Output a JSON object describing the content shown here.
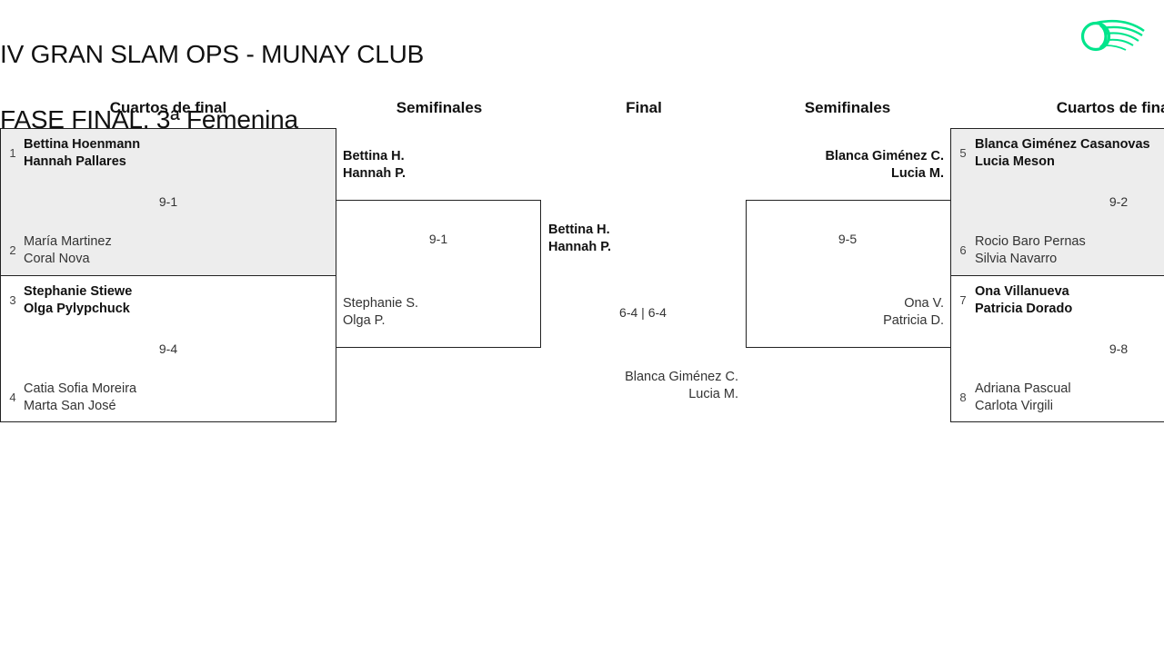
{
  "header": {
    "title_line1": "IV GRAN SLAM OPS - MUNAY CLUB",
    "title_line2": "FASE FINAL. 3ª Femenina",
    "logo_name": "padel-ball-swoosh-logo"
  },
  "columns": [
    {
      "label": "Cuartos de final"
    },
    {
      "label": "Semifinales"
    },
    {
      "label": "Final"
    },
    {
      "label": "Semifinales"
    },
    {
      "label": "Cuartos de final"
    }
  ],
  "left_quarterfinals": [
    {
      "score": "9-1",
      "teams": [
        {
          "seed": "1",
          "player1": "Bettina Hoenmann",
          "player2": "Hannah Pallares",
          "winner": true
        },
        {
          "seed": "2",
          "player1": "María Martinez",
          "player2": "Coral Nova",
          "winner": false
        }
      ]
    },
    {
      "score": "9-4",
      "teams": [
        {
          "seed": "3",
          "player1": "Stephanie Stiewe",
          "player2": "Olga Pylypchuck",
          "winner": true
        },
        {
          "seed": "4",
          "player1": "Catia Sofia Moreira",
          "player2": "Marta San José",
          "winner": false
        }
      ]
    }
  ],
  "left_semifinal": {
    "score": "9-1",
    "teams": [
      {
        "player1": "Bettina H.",
        "player2": "Hannah P.",
        "winner": true
      },
      {
        "player1": "Stephanie S.",
        "player2": "Olga P.",
        "winner": false
      }
    ]
  },
  "final": {
    "score": "6-4 | 6-4",
    "teams": [
      {
        "player1": "Bettina H.",
        "player2": "Hannah P.",
        "winner": true
      },
      {
        "player1": "Blanca Giménez C.",
        "player2": "Lucia M.",
        "winner": false
      }
    ]
  },
  "right_semifinal": {
    "score": "9-5",
    "teams": [
      {
        "player1": "Blanca Giménez C.",
        "player2": "Lucia M.",
        "winner": true
      },
      {
        "player1": "Ona V.",
        "player2": "Patricia D.",
        "winner": false
      }
    ]
  },
  "right_quarterfinals": [
    {
      "score": "9-2",
      "teams": [
        {
          "seed": "5",
          "player1": "Blanca Giménez Casanovas",
          "player2": "Lucia Meson",
          "winner": true
        },
        {
          "seed": "6",
          "player1": "Rocio Baro Pernas",
          "player2": "Silvia Navarro",
          "winner": false
        }
      ]
    },
    {
      "score": "9-8",
      "teams": [
        {
          "seed": "7",
          "player1": "Ona Villanueva",
          "player2": "Patricia Dorado",
          "winner": true
        },
        {
          "seed": "8",
          "player1": "Adriana Pascual",
          "player2": "Carlota Virgili",
          "winner": false
        }
      ]
    }
  ],
  "colors": {
    "shaded_row": "#ededed",
    "border": "#222222",
    "logo_green": "#00e58c",
    "text": "#111111"
  }
}
